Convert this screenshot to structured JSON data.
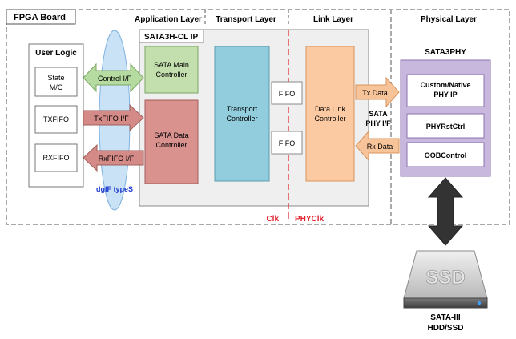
{
  "board": {
    "label": "FPGA Board"
  },
  "layers": {
    "application": "Application Layer",
    "transport": "Transport Layer",
    "link": "Link Layer",
    "physical": "Physical Layer"
  },
  "user_logic": {
    "title": "User Logic",
    "state_mc_line1": "State",
    "state_mc_line2": "M/C",
    "txfifo": "TXFIFO",
    "rxfifo": "RXFIFO"
  },
  "interfaces": {
    "control": "Control I/F",
    "txfifo": "TxFIFO I/F",
    "rxfifo": "RxFIFO I/F",
    "dgif": "dgIF typeS"
  },
  "ip_core": {
    "title": "SATA3H-CL IP",
    "main_ctrl_line1": "SATA Main",
    "main_ctrl_line2": "Controller",
    "data_ctrl_line1": "SATA Data",
    "data_ctrl_line2": "Controller",
    "transport_line1": "Transport",
    "transport_line2": "Controller",
    "fifo_top": "FIFO",
    "fifo_bottom": "FIFO",
    "link_line1": "Data Link",
    "link_line2": "Controller"
  },
  "phy_if": {
    "tx": "Tx Data",
    "rx": "Rx Data",
    "label_line1": "SATA",
    "label_line2": "PHY I/F"
  },
  "phy": {
    "title": "SATA3PHY",
    "native_line1": "Custom/Native",
    "native_line2": "PHY IP",
    "rstctrl": "PHYRstCtrl",
    "oob": "OOBControl"
  },
  "clocks": {
    "clk": "Clk",
    "phyclk": "PHYClk"
  },
  "device": {
    "logo": "SSD",
    "line1": "SATA-III",
    "line2": "HDD/SSD"
  },
  "colors": {
    "arrow_green": "#b5dba0",
    "arrow_red": "#d48a87",
    "arrow_orange": "#f7c49a",
    "ellipse_blue": "#c9e2f6",
    "main_ctrl": "#c3dfae",
    "data_ctrl": "#da928f",
    "transport": "#92cddd",
    "link": "#fbcaa2",
    "phy": "#c9b8de",
    "clock_red": "#e0202a",
    "dgif_blue": "#1f3bd0"
  }
}
